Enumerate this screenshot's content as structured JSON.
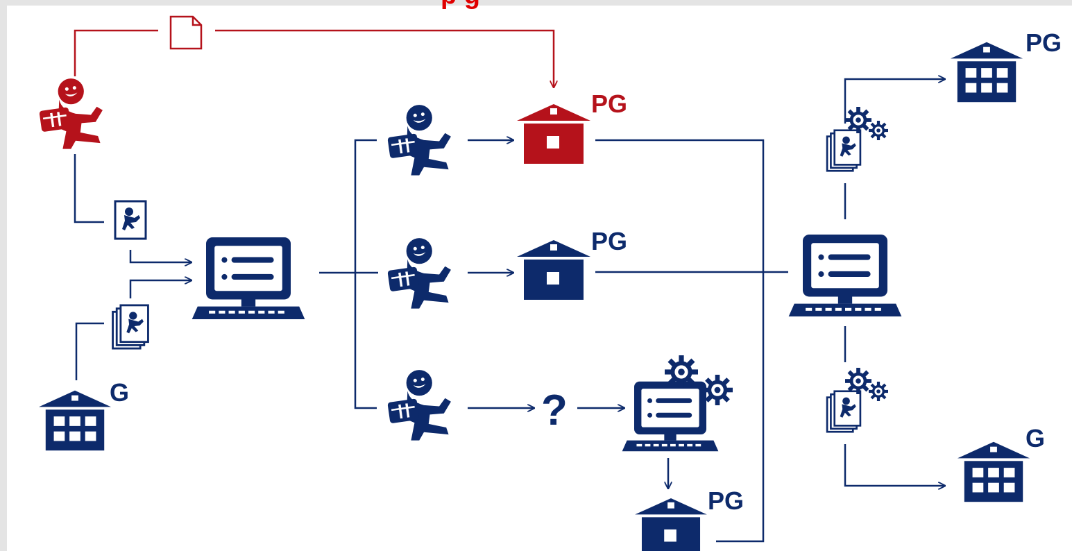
{
  "colors": {
    "navy": "#0d2a6b",
    "red": "#b5121b",
    "background": "#ffffff",
    "frame": "#e4e4e4"
  },
  "title_fragment": "p g",
  "labels": {
    "house_red": "PG",
    "house_mid": "PG",
    "house_bottom": "PG",
    "building_left": "G",
    "building_right_top": "PG",
    "building_right_bottom": "G",
    "question": "?"
  },
  "icons": [
    "document-icon",
    "student-icon",
    "student-card-icon",
    "stacked-cards-icon",
    "computer-icon",
    "house-icon",
    "building-icon",
    "gear-icon",
    "question-icon"
  ]
}
